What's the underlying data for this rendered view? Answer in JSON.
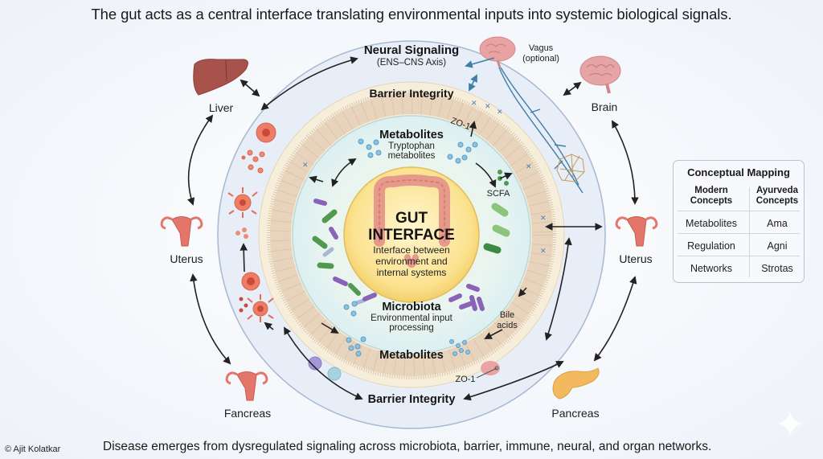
{
  "title": "The gut acts as a central interface translating environmental inputs into systemic biological signals.",
  "footer": "Disease emerges from dysregulated signaling across microbiota, barrier, immune, neural, and organ networks.",
  "copyright": "© Ajit Kolatkar",
  "core": {
    "title_line1": "GUT",
    "title_line2": "INTERFACE",
    "sub_line1": "Interface between",
    "sub_line2": "environment and",
    "sub_line3": "internal systems"
  },
  "rings": {
    "neural": {
      "title": "Neural Signaling",
      "subtitle": "(ENS–CNS Axis)"
    },
    "barrier_top": {
      "title": "Barrier Integrity"
    },
    "barrier_bottom": {
      "title": "Barrier Integrity"
    },
    "metabolites_top": {
      "title": "Metabolites",
      "sub_line1": "Tryptophan",
      "sub_line2": "metabolites"
    },
    "metabolites_bottom": {
      "title": "Metabolites"
    },
    "microbiota": {
      "title": "Microbiota",
      "sub_line1": "Environmental input",
      "sub_line2": "processing"
    }
  },
  "annotations": {
    "vagus_line1": "Vagus",
    "vagus_line2": "(optional)",
    "zo1_top": "ZO-1",
    "zo1_bottom": "ZO-1",
    "scfa": "SCFA",
    "bile_line1": "Bile",
    "bile_line2": "acids"
  },
  "organs": {
    "liver": "Liver",
    "brain": "Brain",
    "uterus_left": "Uterus",
    "uterus_right": "Uterus",
    "fancreas": "Fancreas",
    "pancreas": "Pancreas"
  },
  "mapping": {
    "title": "Conceptual Mapping",
    "headers": [
      {
        "line1": "Modern",
        "line2": "Concepts"
      },
      {
        "line1": "Ayurveda",
        "line2": "Concepts"
      }
    ],
    "rows": [
      {
        "modern": "Metabolites",
        "ayurveda": "Ama"
      },
      {
        "modern": "Regulation",
        "ayurveda": "Agni"
      },
      {
        "modern": "Networks",
        "ayurveda": "Strotas"
      }
    ]
  },
  "colors": {
    "outer_ring": "#e6ecf6",
    "outer_ring_border": "#9fb2cf",
    "barrier_ring": "#f7efdc",
    "epithelium": "#e9d6c1",
    "metabolite_ring": "#e4f1ef",
    "gut_core": "#fbe79c",
    "immune_cell": "#e8735a",
    "nerve": "#3f7ea8",
    "arrow": "#222222"
  }
}
